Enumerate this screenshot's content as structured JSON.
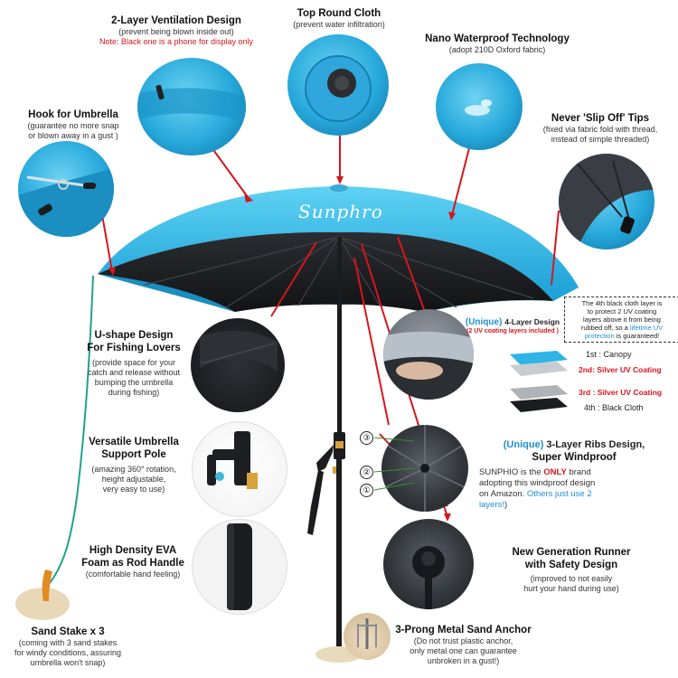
{
  "brand": "Sunphro",
  "features": {
    "ventilation": {
      "title": "2-Layer Ventilation Design",
      "sub": "(prevent being blown inside out)",
      "note": "Note: Black one is a phone for display only"
    },
    "top_cloth": {
      "title": "Top Round Cloth",
      "sub": "(prevent water infiltration)"
    },
    "nano": {
      "title": "Nano Waterproof Technology",
      "sub": "(adopt 210D Oxford fabric)"
    },
    "hook": {
      "title": "Hook for Umbrella",
      "sub1": "(guarantee no more snap",
      "sub2": "or blown away in a gust )"
    },
    "tips": {
      "title": "Never 'Slip Off' Tips",
      "sub1": "(fixed via fabric fold with thread,",
      "sub2": "instead of simple threaded)"
    },
    "ushape": {
      "title1": "U-shape Design",
      "title2": "For Fishing Lovers",
      "sub1": "(provide space for your",
      "sub2": "catch and release without",
      "sub3": "bumping the umbrella",
      "sub4": "during fishing)"
    },
    "layers": {
      "unique": "(Unique)",
      "title": "4-Layer Design",
      "note": "(2 UV coating layers included )",
      "box_line1": "The 4th black cloth layer is",
      "box_line2": "to protect 2 UV coating",
      "box_line3": "layers above it from being",
      "box_line4": "rubbed off, so a",
      "box_highlight1": "lifetime UV",
      "box_highlight2": "protection",
      "box_line5": "is guaranteed!",
      "l1": "1st : Canopy",
      "l2": "2nd: Silver UV Coating",
      "l3": "3rd : Silver UV Coating",
      "l4": "4th : Black Cloth"
    },
    "pole": {
      "title1": "Versatile Umbrella",
      "title2": "Support Pole",
      "sub1": "(amazing 360° rotation,",
      "sub2": "height adjustable,",
      "sub3": "very easy to use)"
    },
    "ribs": {
      "unique": "(Unique)",
      "title1": "3-Layer Ribs Design,",
      "title2": "Super Windproof",
      "body1": "SUNPHIO is the",
      "only": "ONLY",
      "body2": "brand",
      "body3": "adopting this windproof design",
      "body4": "on Amazon.",
      "others": "Others just use 2",
      "others2": "layers!",
      "body5": ")",
      "n1": "①",
      "n2": "②",
      "n3": "③"
    },
    "eva": {
      "title1": "High Density EVA",
      "title2": "Foam as Rod Handle",
      "sub": "(comfortable hand feeling)"
    },
    "runner": {
      "title1": "New Generation Runner",
      "title2": "with Safety Design",
      "sub1": "(improved to not easily",
      "sub2": "hurt your hand during use)"
    },
    "stake": {
      "title": "Sand Stake x 3",
      "sub1": "(coming with 3 sand stakes",
      "sub2": "for windy conditions, assuring",
      "sub3": "umbrella won't snap)"
    },
    "anchor": {
      "title": "3-Prong Metal Sand Anchor",
      "sub1": "(Do not trust plastic anchor,",
      "sub2": "only metal one can guarantee",
      "sub3": "unbroken in a gust!)"
    }
  },
  "colors": {
    "canopy": "#2fb4e4",
    "accent_red": "#d6161e",
    "accent_blue": "#1e8fd6"
  }
}
